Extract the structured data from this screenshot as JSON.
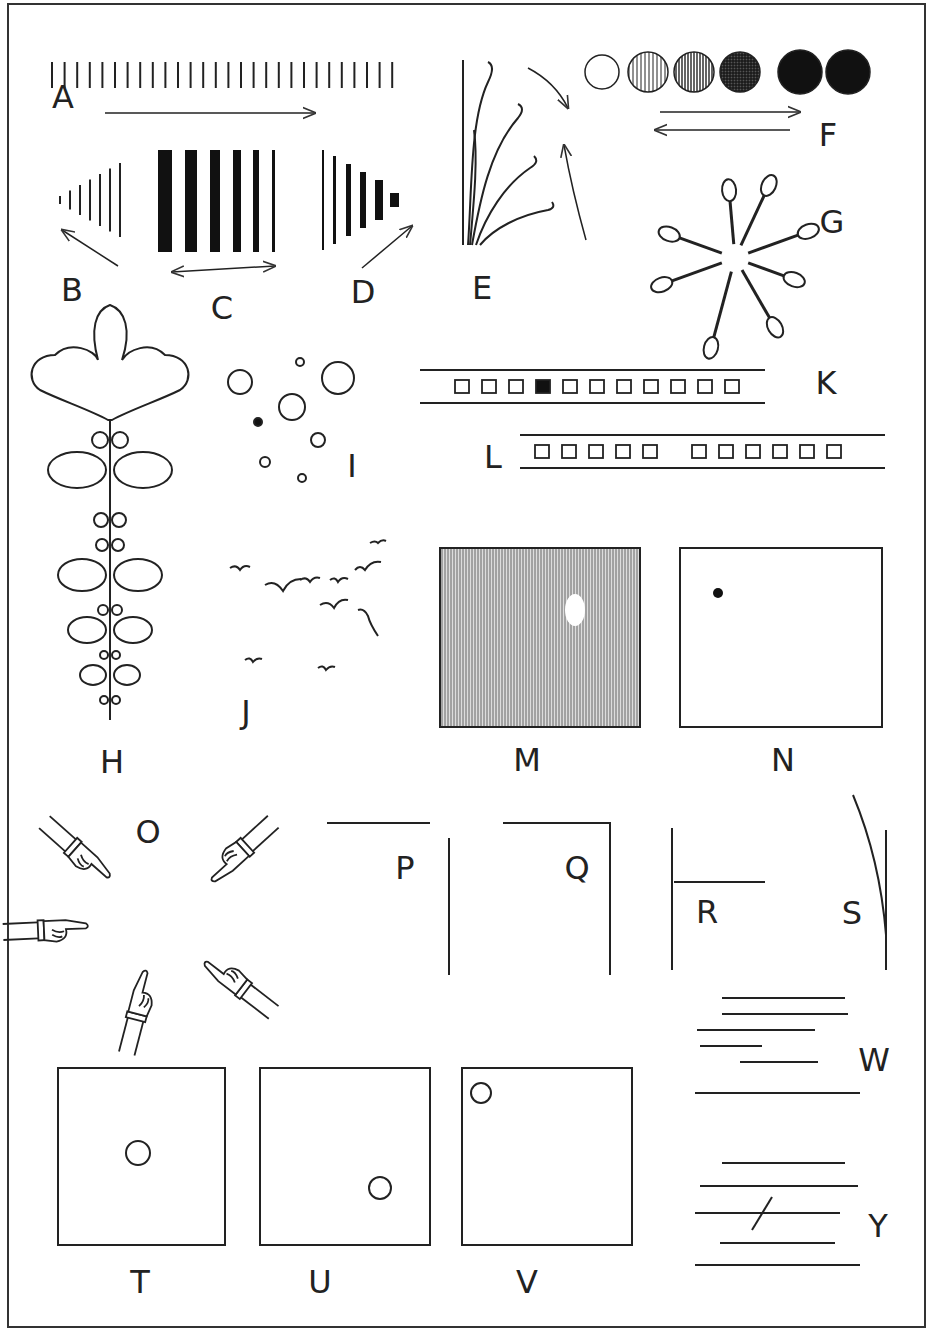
{
  "diagram": {
    "labels": [
      "A",
      "F",
      "B",
      "C",
      "D",
      "E",
      "G",
      "K",
      "L",
      "H",
      "I",
      "J",
      "M",
      "N",
      "O",
      "P",
      "Q",
      "R",
      "S",
      "W",
      "T",
      "U",
      "V",
      "Y"
    ]
  }
}
